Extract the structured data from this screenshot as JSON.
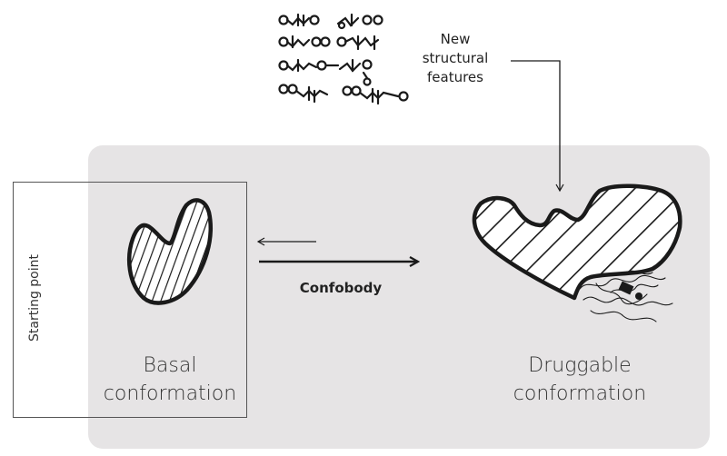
{
  "labels": {
    "starting_point": "Starting point",
    "basal_line1": "Basal",
    "basal_line2": "conformation",
    "druggable_line1": "Druggable",
    "druggable_line2": "conformation",
    "confobody": "Confobody",
    "new_features_line1": "New",
    "new_features_line2": "structural",
    "new_features_line3": "features"
  },
  "colors": {
    "panel": "#e6e4e5",
    "ink": "#1a1a1a"
  }
}
